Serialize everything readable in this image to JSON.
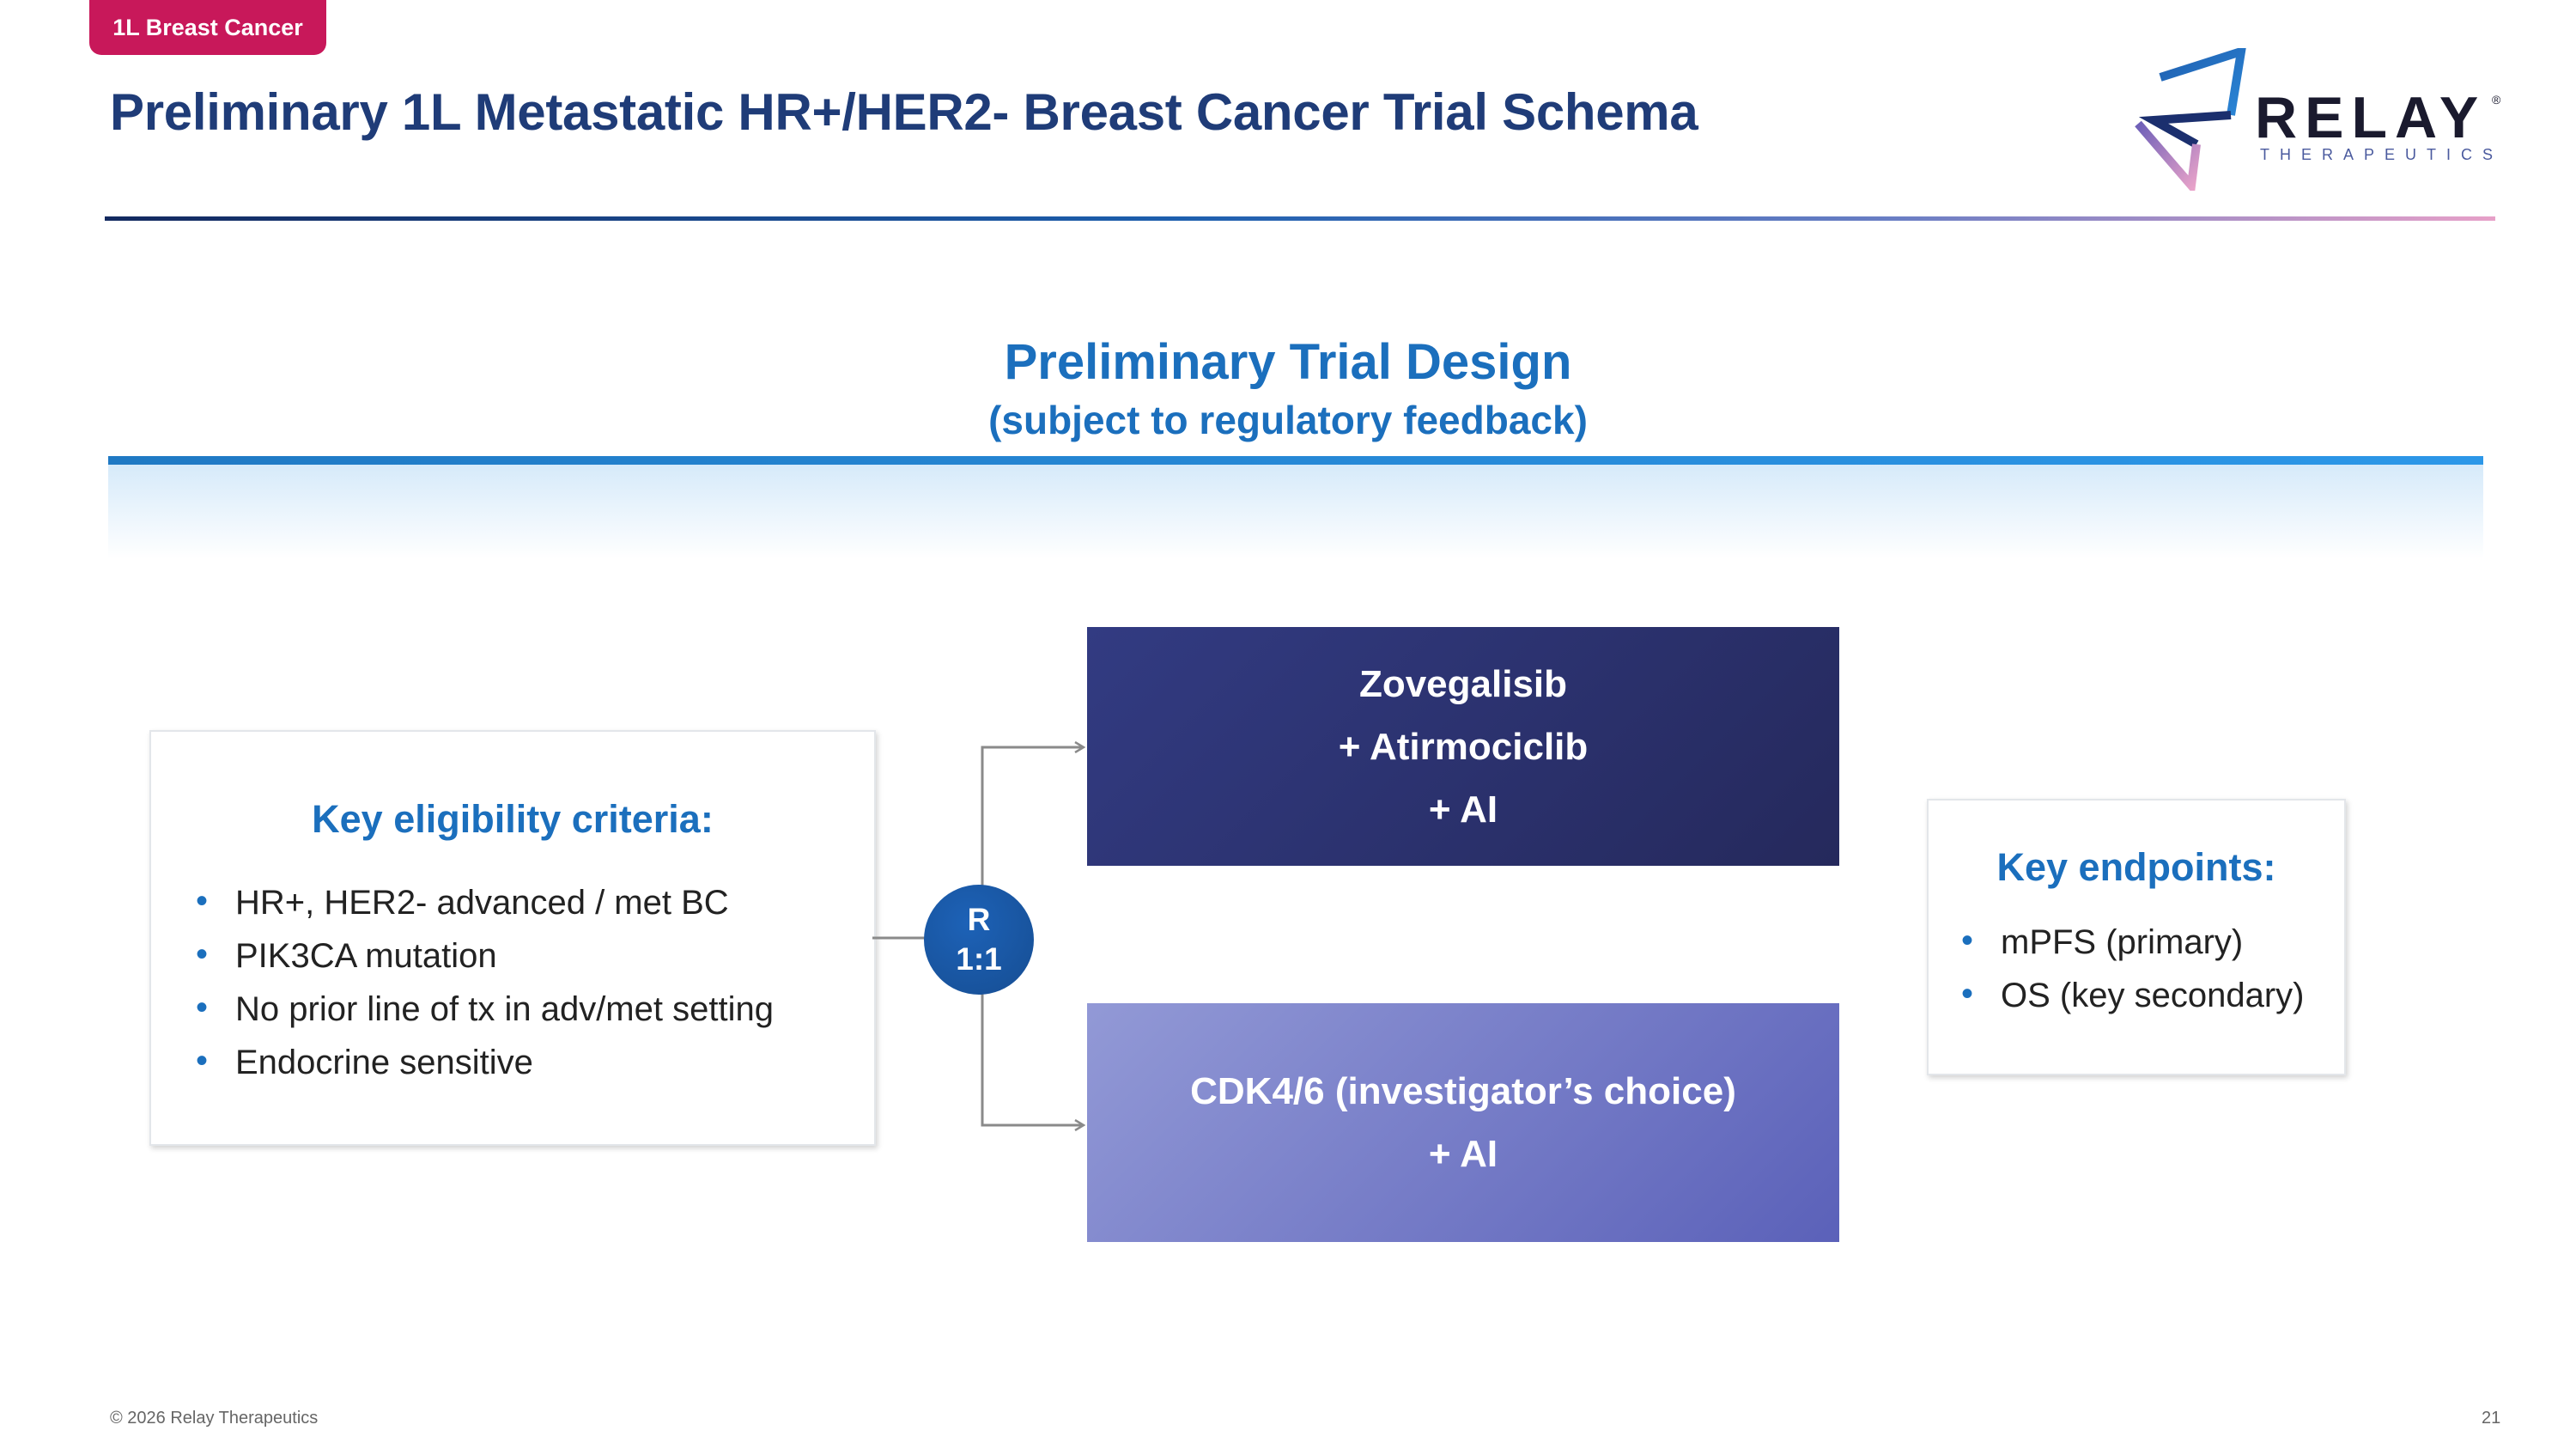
{
  "header": {
    "tag": "1L Breast Cancer",
    "title": "Preliminary 1L Metastatic HR+/HER2- Breast Cancer Trial Schema"
  },
  "logo": {
    "wordmark": "RELAY",
    "registered": "®",
    "subtitle": "THERAPEUTICS",
    "icon": "relay-logo-icon"
  },
  "design": {
    "title": "Preliminary Trial Design",
    "subtitle": "(subject to regulatory feedback)"
  },
  "eligibility": {
    "title": "Key eligibility criteria:",
    "items": [
      "HR+, HER2- advanced / met BC",
      "PIK3CA mutation",
      "No prior line of tx in adv/met setting",
      "Endocrine sensitive"
    ]
  },
  "randomization": {
    "line1": "R",
    "line2": "1:1"
  },
  "arms": [
    {
      "lines": [
        "Zovegalisib",
        "+ Atirmociclib",
        "+ AI"
      ]
    },
    {
      "lines": [
        "CDK4/6 (investigator’s choice)",
        "+ AI"
      ]
    }
  ],
  "endpoints": {
    "title": "Key endpoints:",
    "items": [
      "mPFS (primary)",
      "OS (key secondary)"
    ]
  },
  "footer": {
    "copyright": "© 2026 Relay Therapeutics",
    "page_number": "21"
  },
  "colors": {
    "tag": "#c8185a",
    "title": "#1f3c78",
    "accent_blue": "#1b6fbd",
    "arm1": "#2b3270",
    "arm2": "#7378c6"
  }
}
